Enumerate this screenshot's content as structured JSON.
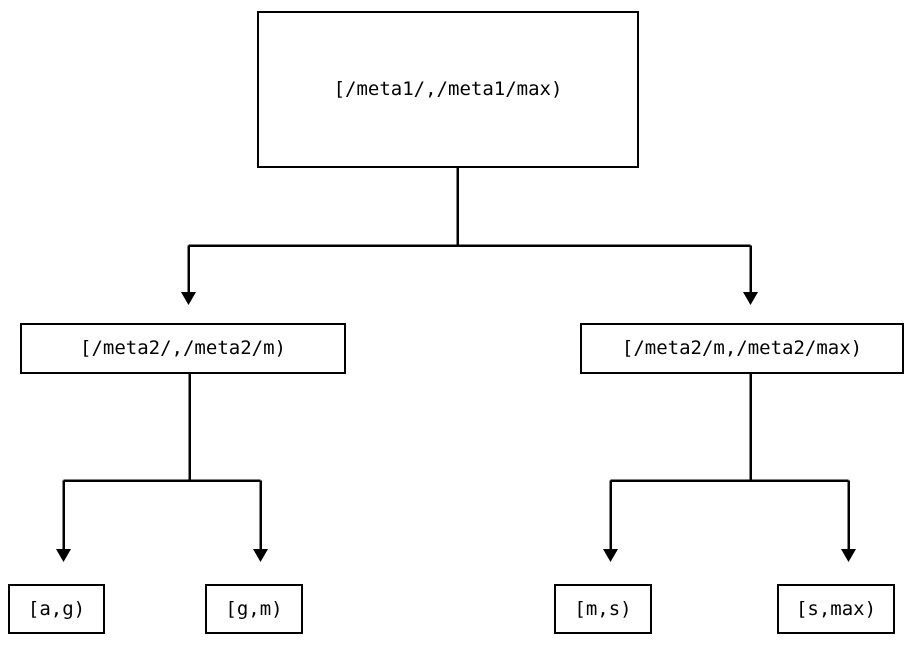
{
  "diagram": {
    "type": "tree",
    "orientation": "top-down",
    "background_color": "#ffffff",
    "stroke_color": "#000000",
    "nodes": {
      "root": {
        "label": "[/meta1/,/meta1/max)"
      },
      "mid_left": {
        "label": "[/meta2/,/meta2/m)"
      },
      "mid_right": {
        "label": "[/meta2/m,/meta2/max)"
      },
      "leaf_1": {
        "label": "[a,g)"
      },
      "leaf_2": {
        "label": "[g,m)"
      },
      "leaf_3": {
        "label": "[m,s)"
      },
      "leaf_4": {
        "label": "[s,max)"
      }
    }
  }
}
